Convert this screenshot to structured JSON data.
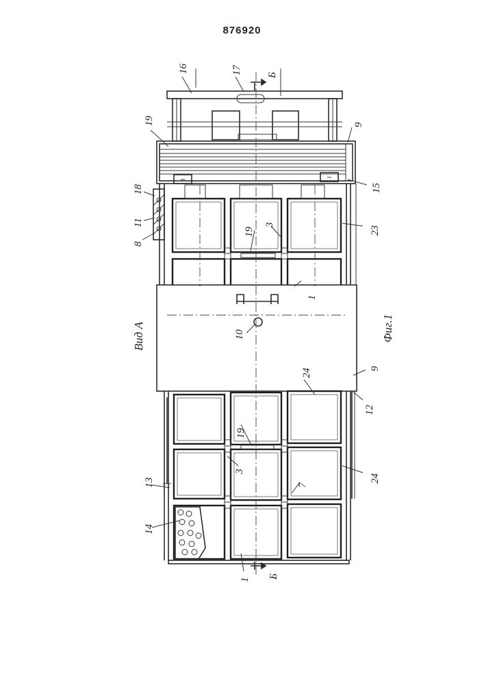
{
  "document": {
    "patent_number": "876920",
    "view_label": "Вид А",
    "figure_label": "Фиг.1",
    "section_marks": [
      "Б",
      "Б"
    ]
  },
  "reference_numerals": {
    "n16": "16",
    "n17": "17",
    "n19_top": "19",
    "n9_top": "9",
    "n18": "18",
    "n11": "11",
    "n8": "8",
    "n15": "15",
    "n3_top": "3",
    "n19_mid": "19",
    "n23": "23",
    "n1_top": "1",
    "n10": "10",
    "n24_a": "24",
    "n9_bottom": "9",
    "n12": "12",
    "n19_low": "19",
    "n3_low": "3",
    "n24_b": "24",
    "n13": "13",
    "n7": "7",
    "n14": "14",
    "n1_bottom": "1"
  }
}
